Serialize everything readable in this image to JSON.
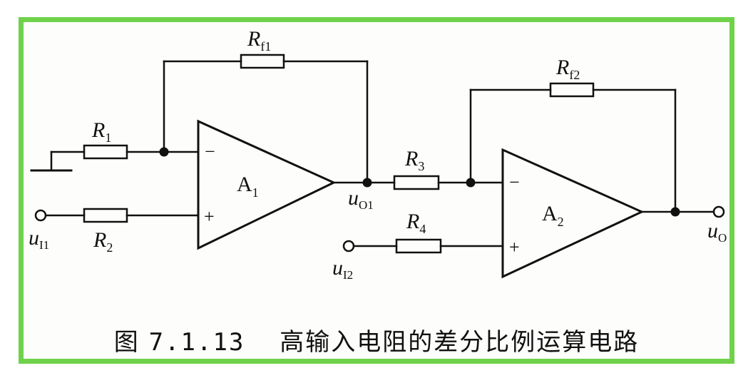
{
  "figure": {
    "caption_prefix": "图",
    "caption_number": "7.1.13",
    "caption_title": "高输入电阻的差分比例运算电路"
  },
  "components": {
    "resistors": [
      {
        "id": "R1",
        "letter": "R",
        "sub": "1"
      },
      {
        "id": "R2",
        "letter": "R",
        "sub": "2"
      },
      {
        "id": "R3",
        "letter": "R",
        "sub": "3"
      },
      {
        "id": "R4",
        "letter": "R",
        "sub": "4"
      },
      {
        "id": "Rf1",
        "letter": "R",
        "sub": "f1"
      },
      {
        "id": "Rf2",
        "letter": "R",
        "sub": "f2"
      }
    ],
    "opamps": [
      {
        "id": "A1",
        "letter": "A",
        "sub": "1",
        "minus": "−",
        "plus": "+"
      },
      {
        "id": "A2",
        "letter": "A",
        "sub": "2",
        "minus": "−",
        "plus": "+"
      }
    ],
    "terminals": [
      {
        "id": "uI1",
        "letter": "u",
        "sub": "I1"
      },
      {
        "id": "uI2",
        "letter": "u",
        "sub": "I2"
      },
      {
        "id": "uO1",
        "letter": "u",
        "sub": "O1"
      },
      {
        "id": "uO",
        "letter": "u",
        "sub": "O"
      }
    ]
  },
  "colors": {
    "border": "#6fd24a",
    "ink": "#111111"
  }
}
